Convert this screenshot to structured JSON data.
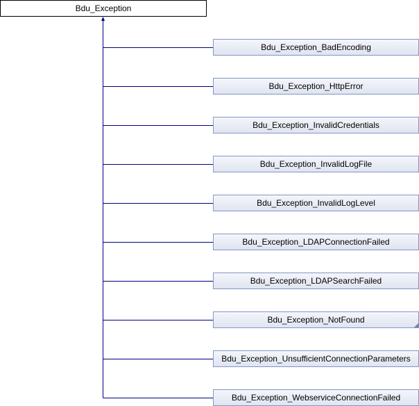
{
  "root": {
    "label": "Bdu_Exception"
  },
  "children": [
    {
      "label": "Bdu_Exception_BadEncoding",
      "has_more": false
    },
    {
      "label": "Bdu_Exception_HttpError",
      "has_more": false
    },
    {
      "label": "Bdu_Exception_InvalidCredentials",
      "has_more": false
    },
    {
      "label": "Bdu_Exception_InvalidLogFile",
      "has_more": false
    },
    {
      "label": "Bdu_Exception_InvalidLogLevel",
      "has_more": false
    },
    {
      "label": "Bdu_Exception_LDAPConnectionFailed",
      "has_more": false
    },
    {
      "label": "Bdu_Exception_LDAPSearchFailed",
      "has_more": false
    },
    {
      "label": "Bdu_Exception_NotFound",
      "has_more": true
    },
    {
      "label": "Bdu_Exception_UnsufficientConnectionParameters",
      "has_more": false
    },
    {
      "label": "Bdu_Exception_WebserviceConnectionFailed",
      "has_more": false
    }
  ],
  "colors": {
    "edge": "#000080",
    "node_border": "#8496c4"
  }
}
